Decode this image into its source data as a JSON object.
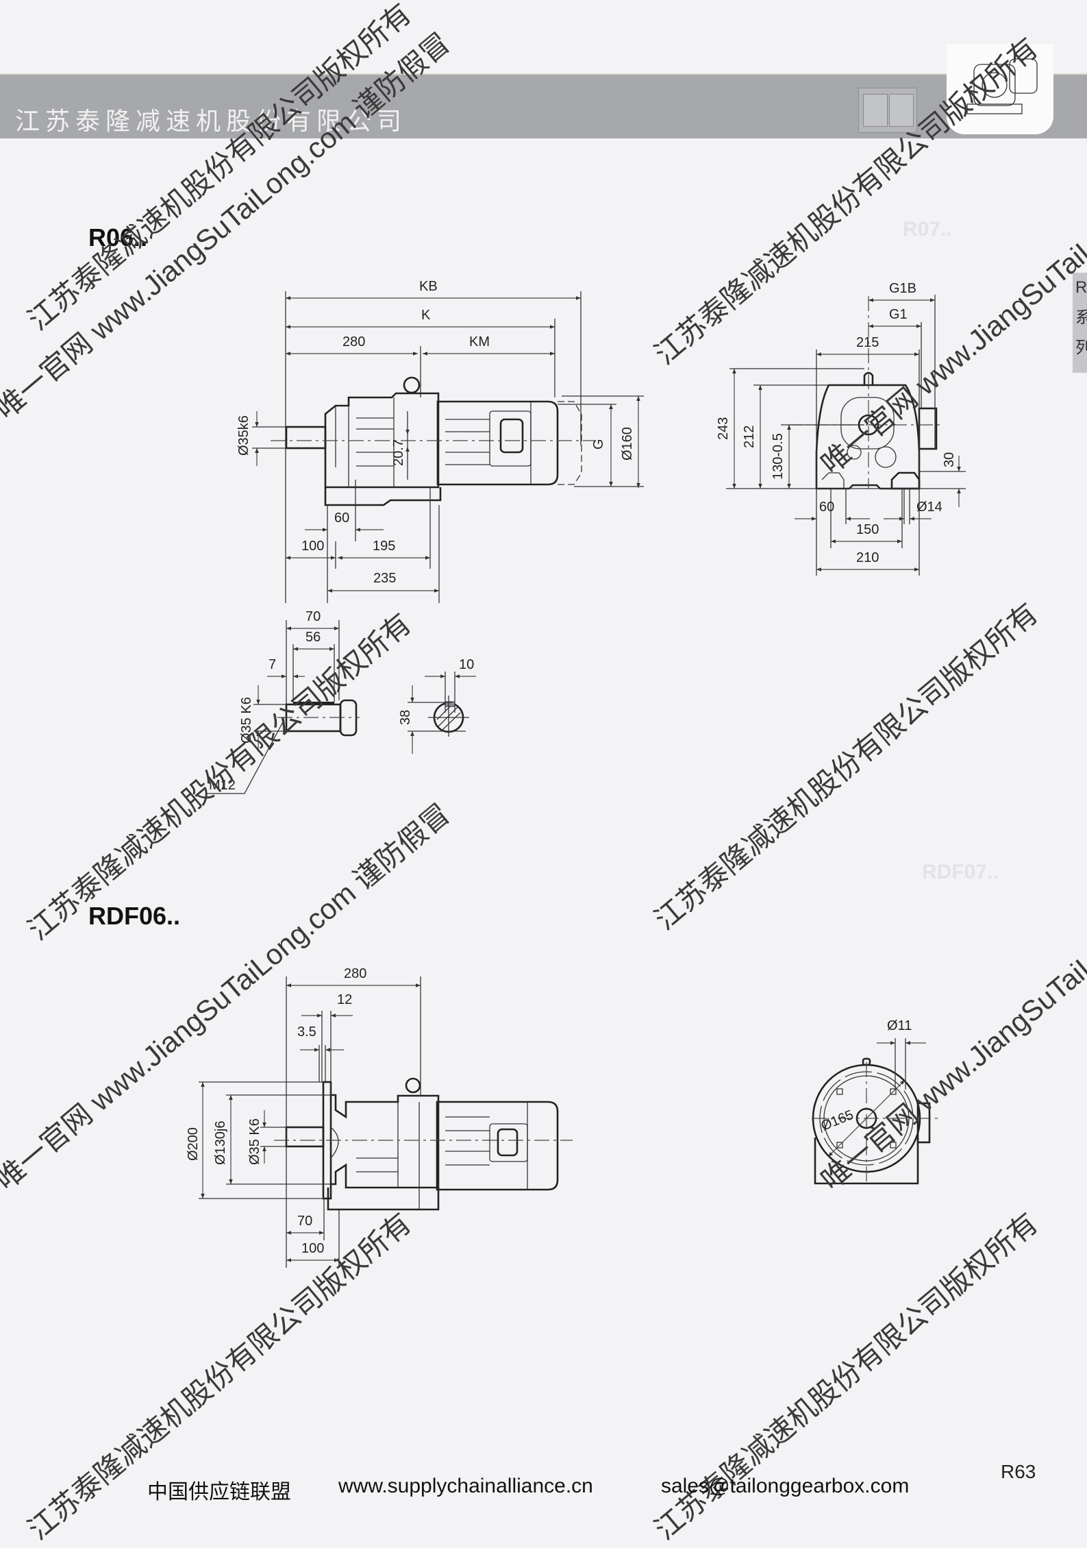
{
  "header": {
    "company": "江苏泰隆减速机股份有限公司"
  },
  "side_tab": {
    "lines": [
      "R",
      "系",
      "列"
    ]
  },
  "ghost_titles": {
    "r07": "R07..",
    "rdf07": "RDF07.."
  },
  "r06": {
    "title": "R06..",
    "side_view": {
      "kb": "KB",
      "k": "K",
      "d280": "280",
      "km": "KM",
      "d20_7": "20.7",
      "d35k6": "Ø35k6",
      "g": "G",
      "d160": "Ø160",
      "d60": "60",
      "d100": "100",
      "d195": "195",
      "d235": "235"
    },
    "end_view": {
      "g1b": "G1B",
      "g1": "G1",
      "d215": "215",
      "d243": "243",
      "d212": "212",
      "d130": "130-0.5",
      "d30": "30",
      "d60": "60",
      "d14": "Ø14",
      "d150": "150",
      "d210": "210"
    },
    "shaft": {
      "d70": "70",
      "d56": "56",
      "d7": "7",
      "d35k6": "Ø35 K6",
      "m12": "M12",
      "d10": "10",
      "d38": "38"
    }
  },
  "rdf06": {
    "title": "RDF06..",
    "side_view": {
      "d280": "280",
      "d12": "12",
      "d3_5": "3.5",
      "d200": "Ø200",
      "d130j6": "Ø130j6",
      "d35k6": "Ø35 K6",
      "d70": "70",
      "d100": "100"
    },
    "flange_view": {
      "d11": "Ø11",
      "d165": "Ø165"
    }
  },
  "watermarks": {
    "copyright": "江苏泰隆减速机股份有限公司版权所有",
    "official": "唯一官网 www.JiangSuTaiLong.com 谨防假冒"
  },
  "footer": {
    "alliance": "中国供应链联盟",
    "website": "www.supplychainalliance.cn",
    "email": "sales@tailonggearbox.com",
    "page": "R63"
  }
}
